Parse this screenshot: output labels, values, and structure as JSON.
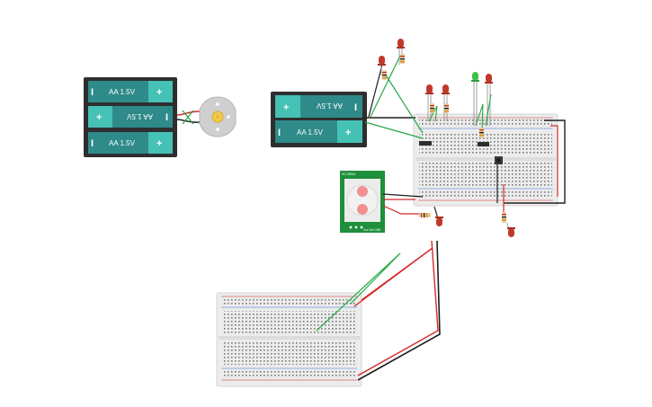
{
  "canvas": {
    "background": "#ffffff"
  },
  "battery_label": "AA 1.5V",
  "battery_plus": "+",
  "battery_minus": "I",
  "pir_label_top": "HC-SR501",
  "pir_label_right": "Vcc Out GND",
  "colors": {
    "wire_red": "#d62828",
    "wire_black": "#1e1e1e",
    "wire_green": "#27a844",
    "battery_body": "#2e2e2e",
    "battery_cell": "#2f8a8a",
    "battery_cap": "#45c1b6",
    "breadboard": "#ececec",
    "pir_board": "#1e8f3a",
    "led_red": "#c0392b",
    "led_green": "#3fc04a"
  },
  "icons": [
    "battery-pack-icon",
    "dc-motor-icon",
    "breadboard-icon",
    "led-icon",
    "resistor-icon",
    "pushbutton-icon",
    "transistor-icon",
    "pir-sensor-icon"
  ]
}
